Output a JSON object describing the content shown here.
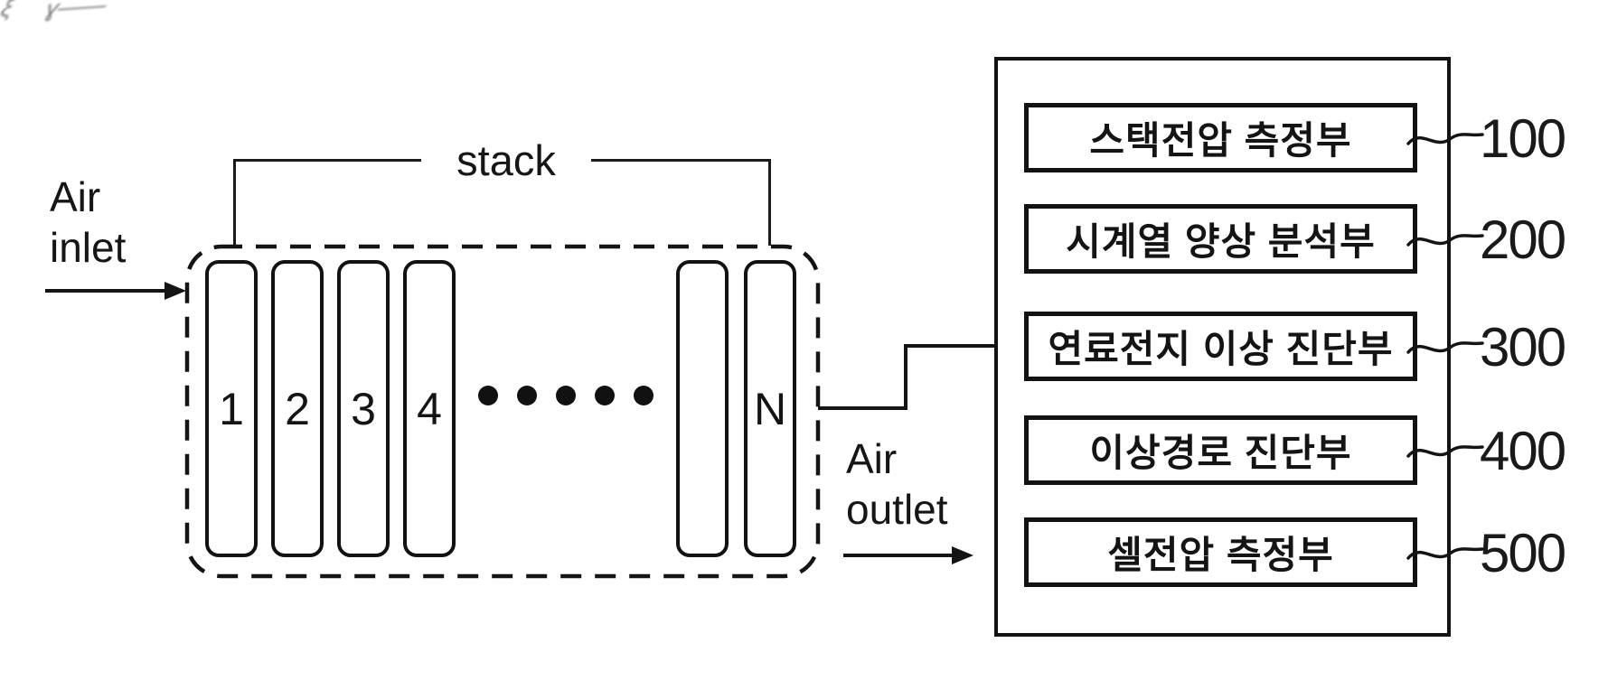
{
  "figure": {
    "margin_marks": [
      "ξ",
      "ɣ——"
    ]
  },
  "stack": {
    "bracket_label": "stack",
    "air_inlet_line1": "Air",
    "air_inlet_line2": "inlet",
    "air_outlet_line1": "Air",
    "air_outlet_line2": "outlet",
    "cell_numbers": [
      "1",
      "2",
      "3",
      "4"
    ],
    "ellipsis_dots": 5,
    "last_cell_label": "N"
  },
  "system_modules": [
    {
      "label": "스택전압 측정부",
      "ref": "100"
    },
    {
      "label": "시계열 양상 분석부",
      "ref": "200"
    },
    {
      "label": "연료전지 이상 진단부",
      "ref": "300"
    },
    {
      "label": "이상경로 진단부",
      "ref": "400"
    },
    {
      "label": "셀전압 측정부",
      "ref": "500"
    }
  ],
  "colors": {
    "ink": "#141414",
    "background": "#ffffff"
  }
}
